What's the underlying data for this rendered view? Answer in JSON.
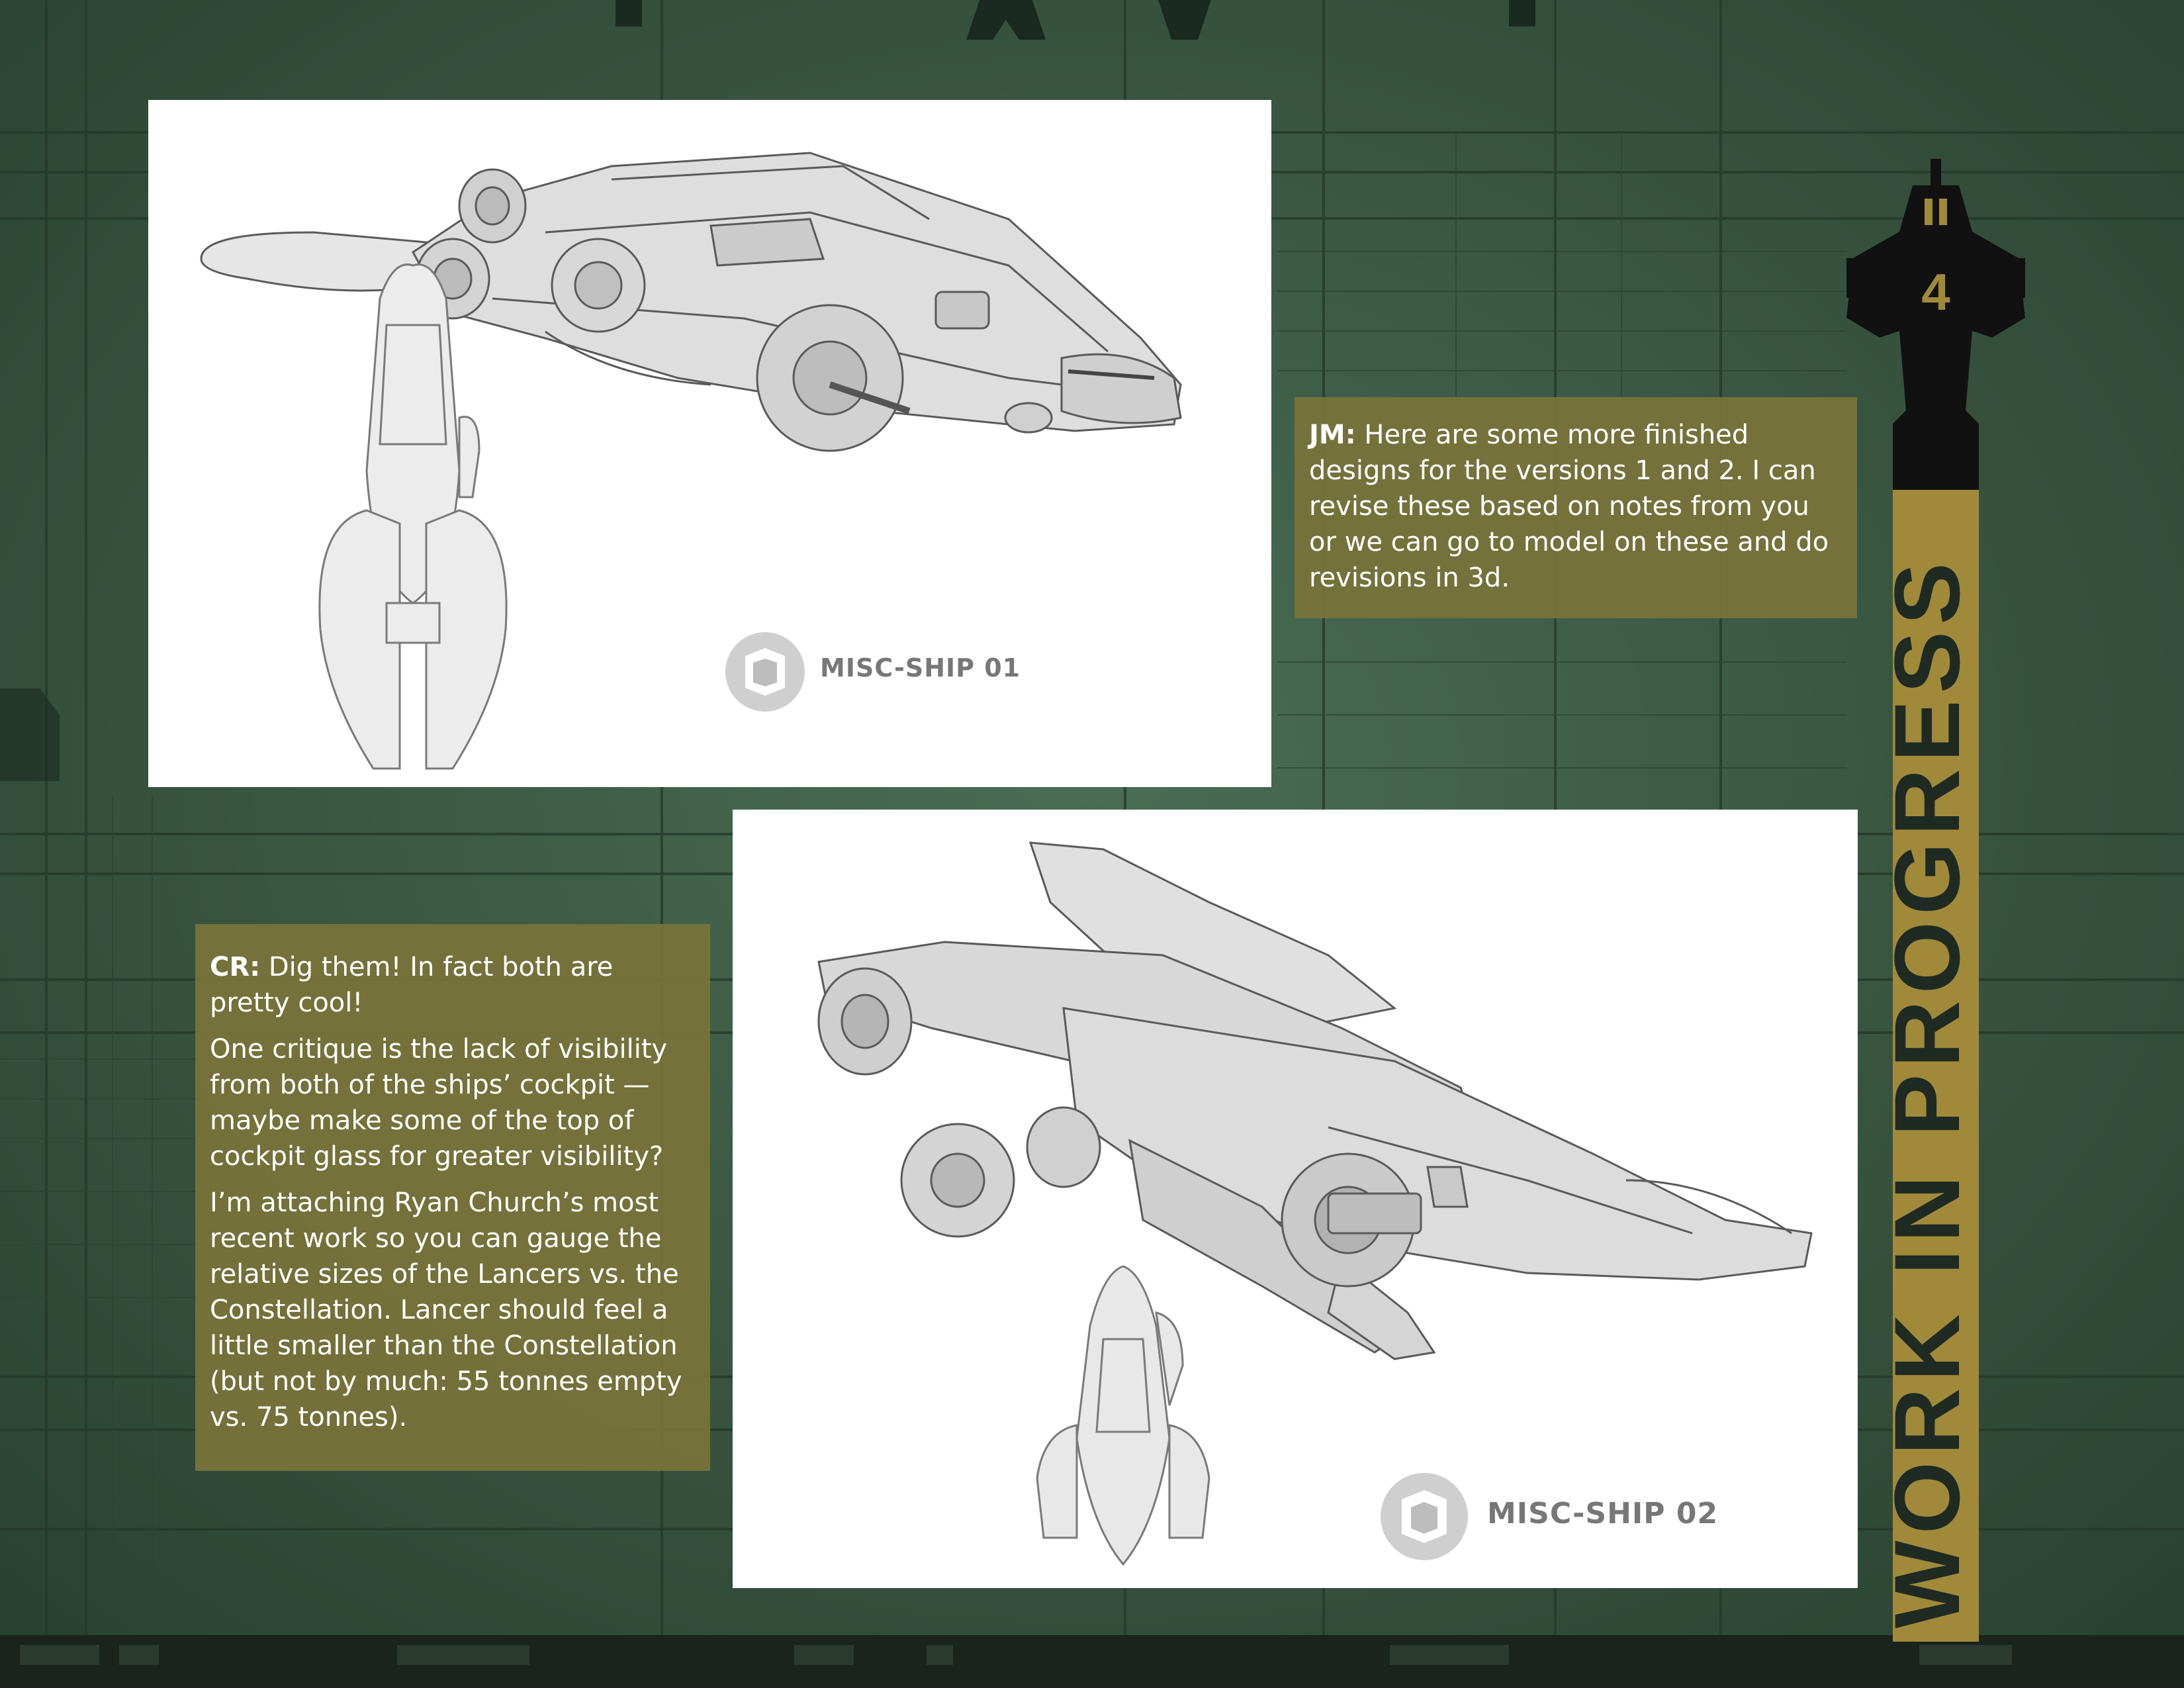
{
  "page": {
    "page_number": "4",
    "side_title": "WORK IN PROGRESS",
    "colors": {
      "background": "#3a5a44",
      "accent_gold": "#a08a3a",
      "note_box": "#79733a",
      "panel": "#ffffff",
      "label_gray": "#777777"
    }
  },
  "panels": [
    {
      "label": "MISC-SHIP 01",
      "logo": "misc-logo-icon"
    },
    {
      "label": "MISC-SHIP 02",
      "logo": "misc-logo-icon"
    }
  ],
  "notes": {
    "jm": {
      "speaker": "JM:",
      "text": " Here are some more finished designs for the versions 1 and 2. I can revise these based on notes from you or we can go to model on these and do revisions in 3d."
    },
    "cr": {
      "speaker": "CR:",
      "paragraph1": " Dig them! In fact both are pretty cool!",
      "paragraph2": "One critique is the lack of visibility from both of the ships’ cockpit — maybe make some of the top of cockpit glass for greater visibility?",
      "paragraph3": "I’m attaching Ryan Church’s most recent work so you can gauge the relative sizes of the Lancers vs. the Constellation. Lancer should feel a little smaller than the Constellation (but not by much: 55 tonnes empty vs. 75 tonnes)."
    }
  }
}
